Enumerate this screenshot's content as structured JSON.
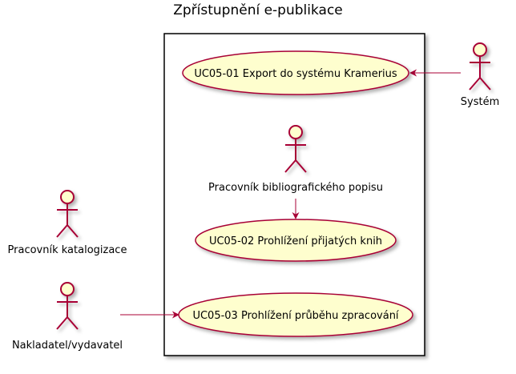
{
  "title": "Zpřístupnění e-publikace",
  "colors": {
    "actor_stroke": "#A80036",
    "actor_fill": "#FEFECE",
    "usecase_fill": "#FEFECE",
    "usecase_stroke": "#A80036",
    "edge": "#A80036",
    "boundary": "#000000"
  },
  "actors": [
    {
      "id": "system",
      "label": "Systém"
    },
    {
      "id": "biblio",
      "label": "Pracovník bibliografického popisu"
    },
    {
      "id": "katalog",
      "label": "Pracovník katalogizace"
    },
    {
      "id": "nakladatel",
      "label": "Nakladatel/vydavatel"
    }
  ],
  "usecases": [
    {
      "id": "uc1",
      "label": "UC05-01 Export do systému Kramerius"
    },
    {
      "id": "uc2",
      "label": "UC05-02 Prohlížení přijatých knih"
    },
    {
      "id": "uc3",
      "label": "UC05-03 Prohlížení průběhu zpracování"
    }
  ],
  "relations": [
    {
      "from": "system",
      "to": "uc1"
    },
    {
      "from": "biblio",
      "to": "uc2"
    },
    {
      "from": "nakladatel",
      "to": "uc3"
    }
  ]
}
